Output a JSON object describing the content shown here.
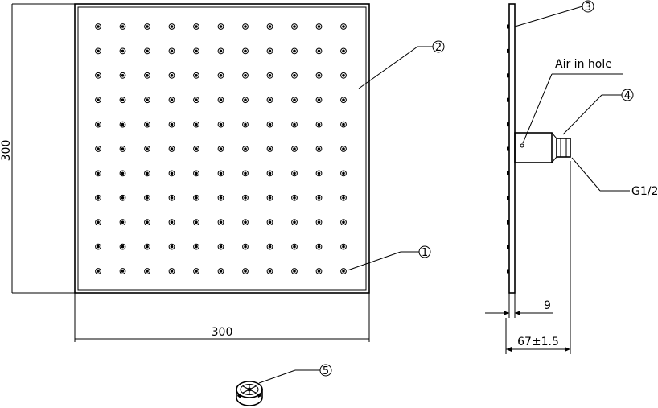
{
  "front_view": {
    "width_dimension": "300",
    "height_dimension": "300",
    "nozzle_rows": 11,
    "nozzle_cols": 11
  },
  "side_view": {
    "air_in_hole_label": "Air in hole",
    "thread_label": "G1/2",
    "thickness_dimension": "9",
    "depth_dimension": "67±1.5"
  },
  "callouts": {
    "c1": "1",
    "c2": "2",
    "c3": "3",
    "c4": "4",
    "c5": "5"
  }
}
